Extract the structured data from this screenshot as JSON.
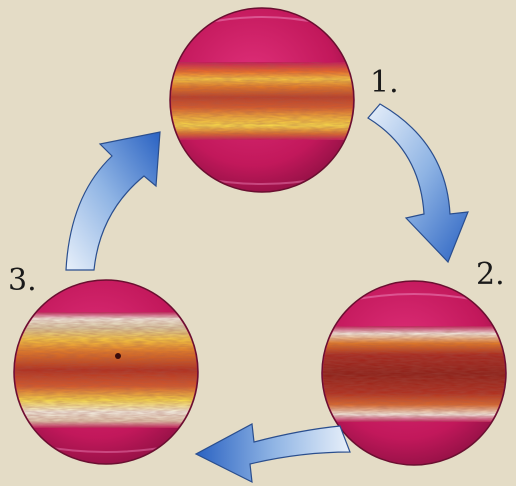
{
  "diagram": {
    "stages": [
      {
        "label": "1."
      },
      {
        "label": "2."
      },
      {
        "label": "3."
      }
    ],
    "arrow_count": 3,
    "colors": {
      "background": "#e4dcc6",
      "planet_pole": "#c2185b",
      "band_yellow": "#f4c542",
      "band_red": "#b03020",
      "band_white": "#f2ece0",
      "arrow_light": "#dce8f6",
      "arrow_dark": "#2a62c2"
    }
  }
}
